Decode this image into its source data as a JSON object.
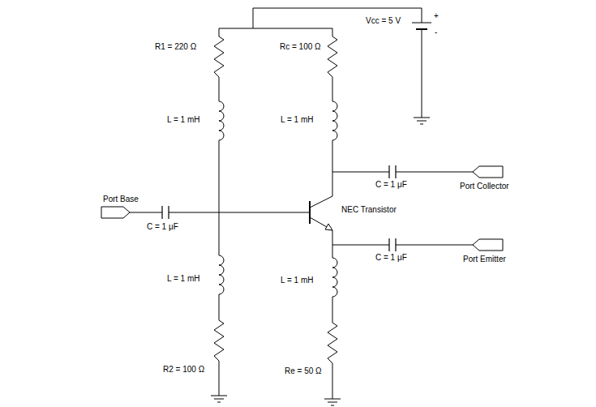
{
  "diagram": {
    "labels": [
      "R1 = 220 Ω",
      "Rc = 100 Ω",
      "Vcc = 5 V",
      "+",
      "-",
      "L = 1 mH",
      "L = 1 mH",
      "C = 1 μF",
      "Port Collector",
      "Port Base",
      "NEC Transistor",
      "C = 1 μF",
      "C = 1 μF",
      "Port Emitter",
      "L = 1 mH",
      "L = 1 mH",
      "R2 = 100 Ω",
      "Re = 50 Ω"
    ]
  }
}
